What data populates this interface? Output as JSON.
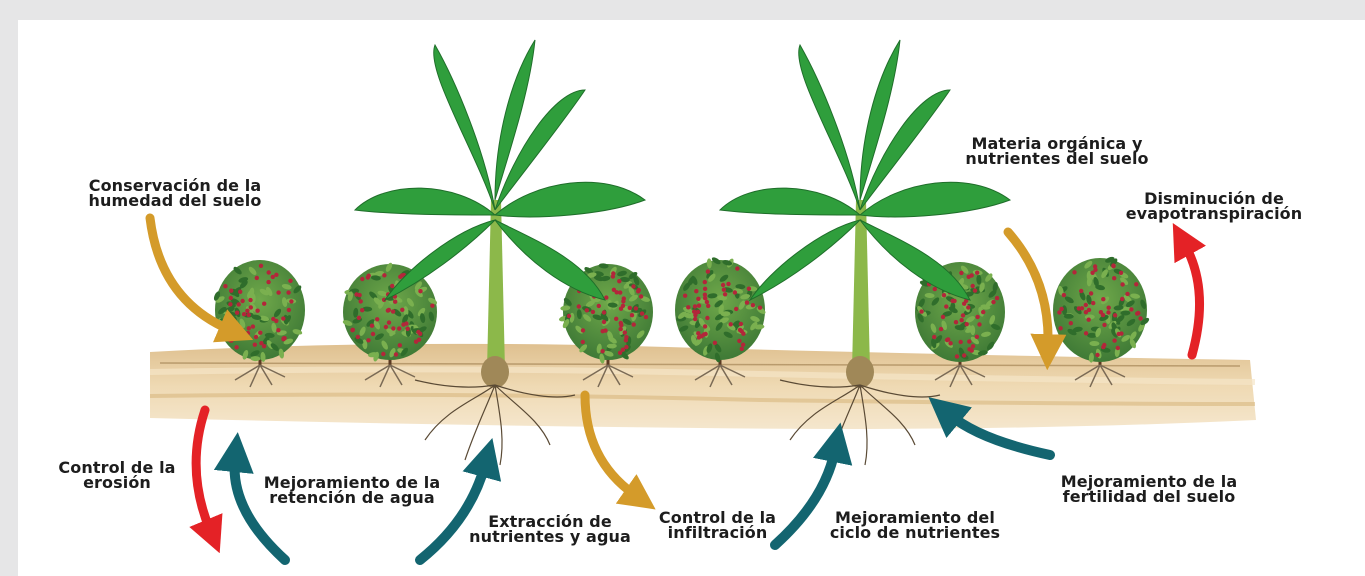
{
  "labels": {
    "conservacion": {
      "line1": "Conservación de la",
      "line2": "humedad del suelo"
    },
    "materia": {
      "line1": "Materia orgánica y",
      "line2": "nutrientes del suelo"
    },
    "disminucion": {
      "line1": "Disminución de",
      "line2": "evapotranspiración"
    },
    "erosion": {
      "line1": "Control de la",
      "line2": "erosión"
    },
    "retencion": {
      "line1": "Mejoramiento de la",
      "line2": "retención de agua"
    },
    "extraccion": {
      "line1": "Extracción de",
      "line2": "nutrientes y agua"
    },
    "infiltracion": {
      "line1": "Control de la",
      "line2": "infiltración"
    },
    "ciclo": {
      "line1": "Mejoramiento del",
      "line2": "ciclo de nutrientes"
    },
    "fertilidad": {
      "line1": "Mejoramiento de la",
      "line2": "fertilidad del suelo"
    }
  },
  "colors": {
    "background": "#e6e6e7",
    "arrow_gold": "#d49b2a",
    "arrow_red": "#e42226",
    "arrow_teal": "#136570",
    "soil": "#e3c493",
    "leaf": "#2f9e3c",
    "berry": "#b3263a"
  }
}
